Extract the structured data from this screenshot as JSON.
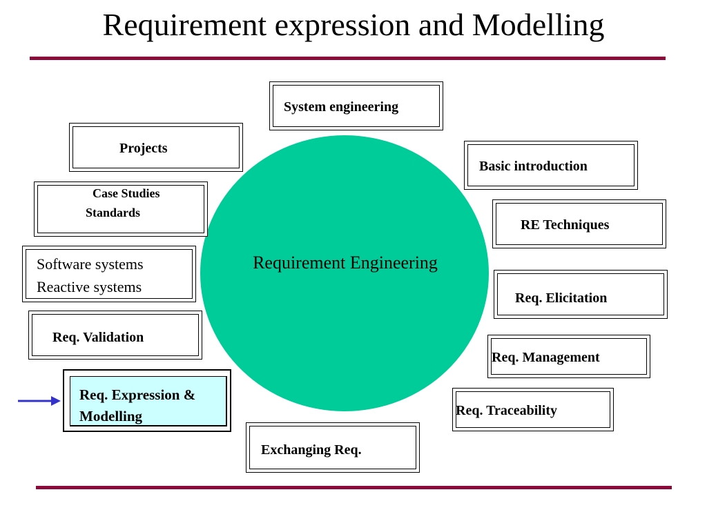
{
  "slide": {
    "title": "Requirement expression and Modelling",
    "center_label": "Requirement Engineering"
  },
  "boxes": {
    "system_engineering": "System engineering",
    "projects": "Projects",
    "basic_introduction": "Basic introduction",
    "case_studies": "Case Studies",
    "standards": "Standards",
    "re_techniques": "RE Techniques",
    "software_systems": "Software systems",
    "reactive_systems": "Reactive systems",
    "req_elicitation": "Req. Elicitation",
    "req_validation": "Req. Validation",
    "req_management": "Req. Management",
    "req_expression_line1": "Req. Expression &",
    "req_expression_line2": "Modelling",
    "req_traceability": "Req. Traceability",
    "exchanging_req": "Exchanging Req."
  },
  "colors": {
    "rule": "#8b0a3a",
    "circle": "#00cc99",
    "highlight": "#ccffff",
    "arrow": "#3333cc"
  },
  "current_topic_icon": "right-arrow-icon"
}
